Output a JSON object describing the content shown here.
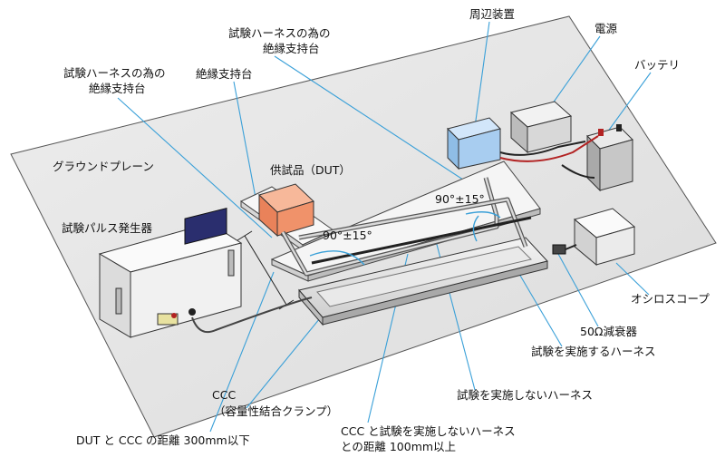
{
  "labels": {
    "ground_plane": "グラウンドプレーン",
    "insulator_a_line1": "試験ハーネスの為の",
    "insulator_a_line2": "絶縁支持台",
    "insulator_b": "絶縁支持台",
    "insulator_c_line1": "試験ハーネスの為の",
    "insulator_c_line2": "絶縁支持台",
    "peripheral": "周辺装置",
    "power_supply": "電源",
    "battery": "バッテリ",
    "dut": "供試品（DUT）",
    "pulse_generator": "試験パルス発生器",
    "angle_left": "90°±15°",
    "angle_right": "90°±15°",
    "oscilloscope": "オシロスコープ",
    "attenuator": "50Ω減衰器",
    "harness_tested": "試験を実施するハーネス",
    "harness_not_tested": "試験を実施しないハーネス",
    "ccc_line1": "CCC",
    "ccc_line2": "（容量性結合クランプ）",
    "ccc_distance_line1": "CCC と試験を実施しないハーネス",
    "ccc_distance_line2": "との距離 100mm以上",
    "dut_ccc_distance": "DUT と CCC の距離 300mm以下"
  },
  "colors": {
    "leader": "#3aa0d8",
    "dut_box": "#f0926a",
    "peripheral_box": "#a8cdf0",
    "ground_plane": "#e6e6e6"
  }
}
